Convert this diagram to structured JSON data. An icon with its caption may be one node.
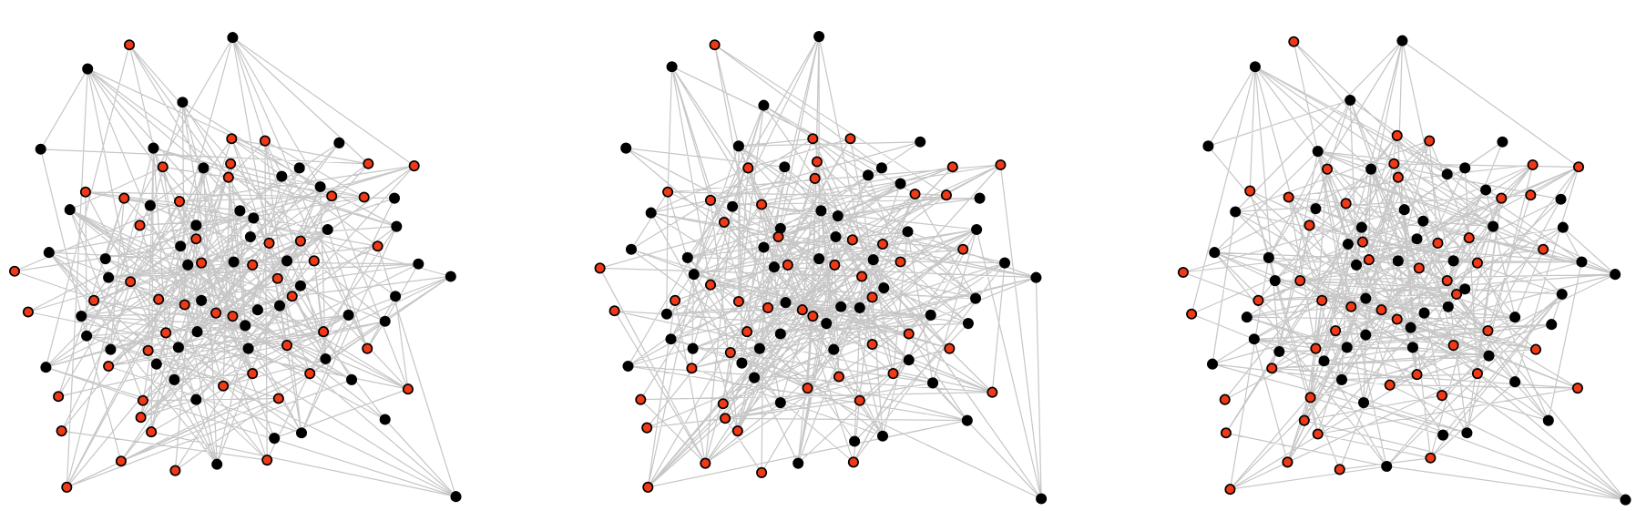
{
  "diagram": {
    "nodes": [
      {
        "text": [],
        "shape": "picture"
      },
      {
        "text": [],
        "shape": "picture"
      },
      {
        "text": [],
        "shape": "picture"
      }
    ]
  }
}
